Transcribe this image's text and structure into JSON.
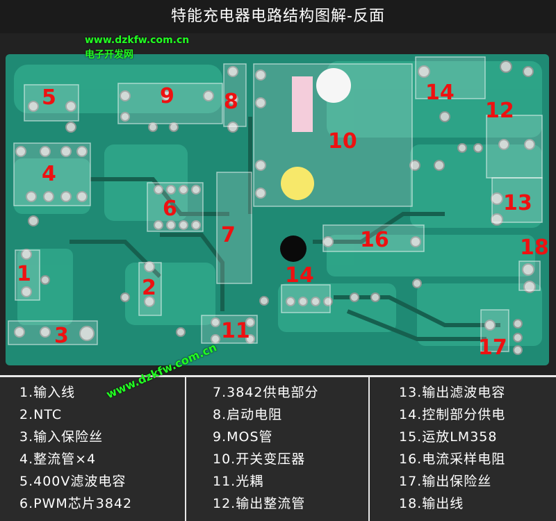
{
  "title": "特能充电器电路结构图解-反面",
  "watermark": {
    "url": "www.dzkfw.com.cn",
    "site_name": "电子开发网",
    "diagonal_url": "www.dzkfw.com.cn"
  },
  "colors": {
    "board": "#1f8a74",
    "trace": "#2fa68a",
    "label": "#ee1111",
    "watermark": "#22ff22"
  },
  "labels": [
    "5",
    "9",
    "8",
    "10",
    "14",
    "12",
    "4",
    "6",
    "13",
    "16",
    "7",
    "18",
    "1",
    "2",
    "14",
    "3",
    "11",
    "17"
  ],
  "legend": [
    [
      "1.输入线",
      "2.NTC",
      "3.输入保险丝",
      "4.整流管×4",
      "5.400V滤波电容",
      "6.PWM芯片3842"
    ],
    [
      "7.3842供电部分",
      "8.启动电阻",
      "9.MOS管",
      "10.开关变压器",
      "11.光耦",
      "12.输出整流管"
    ],
    [
      "13.输出滤波电容",
      "14.控制部分供电",
      "15.运放LM358",
      "16.电流采样电阻",
      "17.输出保险丝",
      "18.输出线"
    ]
  ]
}
